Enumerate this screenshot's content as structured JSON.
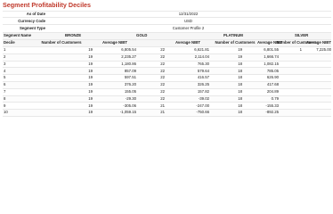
{
  "report": {
    "title": "Segment Profitability Deciles"
  },
  "meta": [
    {
      "label": "As of Date",
      "value": "12/31/2022"
    },
    {
      "label": "Currency Code",
      "value": "USD"
    },
    {
      "label": "Segment Type",
      "value": "Customer Profile 2"
    }
  ],
  "segments_label": "Segment Name",
  "segments": [
    "BRONZE",
    "GOLD",
    "PLATINUM",
    "SILVER"
  ],
  "column_headers": {
    "decile": "Decile",
    "customers": "Number of Customers",
    "avg": "Average NIBT"
  },
  "rows": [
    {
      "decile": "1",
      "bronze_count": "19",
      "bronze_avg": "6,805.54",
      "gold_count": "22",
      "gold_avg": "6,621.81",
      "platinum_count": "19",
      "platinum_avg": "6,801.55",
      "silver_count": "1",
      "silver_avg": "7,225.00"
    },
    {
      "decile": "2",
      "bronze_count": "19",
      "bronze_avg": "2,235.27",
      "gold_count": "22",
      "gold_avg": "2,114.04",
      "platinum_count": "19",
      "platinum_avg": "1,666.74",
      "silver_count": "",
      "silver_avg": ""
    },
    {
      "decile": "3",
      "bronze_count": "19",
      "bronze_avg": "1,180.86",
      "gold_count": "22",
      "gold_avg": "765.30",
      "platinum_count": "18",
      "platinum_avg": "1,082.15",
      "silver_count": "",
      "silver_avg": ""
    },
    {
      "decile": "4",
      "bronze_count": "19",
      "bronze_avg": "857.09",
      "gold_count": "22",
      "gold_avg": "579.64",
      "platinum_count": "18",
      "platinum_avg": "785.05",
      "silver_count": "",
      "silver_avg": ""
    },
    {
      "decile": "5",
      "bronze_count": "19",
      "bronze_avg": "597.51",
      "gold_count": "22",
      "gold_avg": "416.57",
      "platinum_count": "18",
      "platinum_avg": "626.90",
      "silver_count": "",
      "silver_avg": ""
    },
    {
      "decile": "6",
      "bronze_count": "19",
      "bronze_avg": "376.20",
      "gold_count": "22",
      "gold_avg": "326.25",
      "platinum_count": "18",
      "platinum_avg": "417.68",
      "silver_count": "",
      "silver_avg": ""
    },
    {
      "decile": "7",
      "bronze_count": "19",
      "bronze_avg": "155.05",
      "gold_count": "22",
      "gold_avg": "157.82",
      "platinum_count": "18",
      "platinum_avg": "204.89",
      "silver_count": "",
      "silver_avg": ""
    },
    {
      "decile": "8",
      "bronze_count": "19",
      "bronze_avg": "-29.30",
      "gold_count": "22",
      "gold_avg": "-39.02",
      "platinum_count": "18",
      "platinum_avg": "0.79",
      "silver_count": "",
      "silver_avg": ""
    },
    {
      "decile": "9",
      "bronze_count": "19",
      "bronze_avg": "-305.06",
      "gold_count": "21",
      "gold_avg": "-247.00",
      "platinum_count": "18",
      "platinum_avg": "-155.33",
      "silver_count": "",
      "silver_avg": ""
    },
    {
      "decile": "10",
      "bronze_count": "19",
      "bronze_avg": "-1,059.15",
      "gold_count": "21",
      "gold_avg": "-750.66",
      "platinum_count": "18",
      "platinum_avg": "-892.25",
      "silver_count": "",
      "silver_avg": ""
    }
  ]
}
